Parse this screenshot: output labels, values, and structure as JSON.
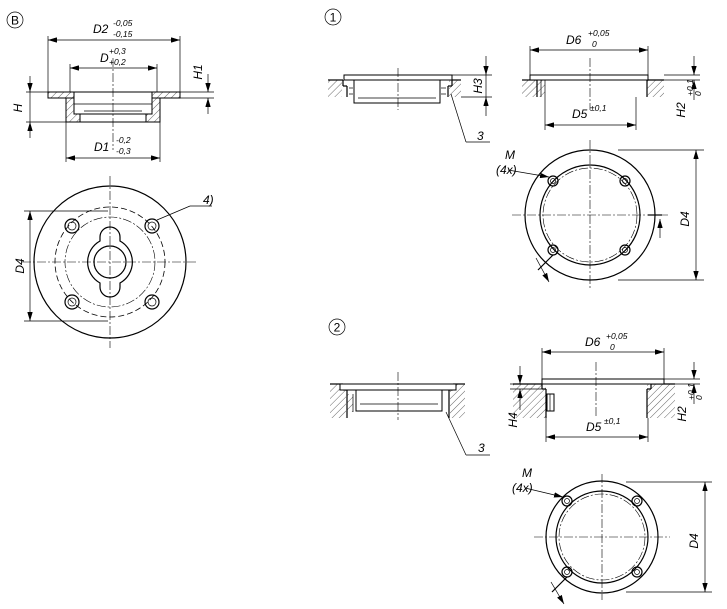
{
  "views": {
    "B": {
      "badge": "B",
      "d2": {
        "base": "D2",
        "upper": "-0,05",
        "lower": "-0,15"
      },
      "d": {
        "base": "D",
        "upper": "+0,3",
        "lower": "+0,2"
      },
      "d1": {
        "base": "D1",
        "upper": "-0,2",
        "lower": "-0,3"
      },
      "h": "H",
      "h1": "H1",
      "d4": "D4",
      "note": "4)"
    },
    "one": {
      "badge": "1",
      "d6": {
        "base": "D6",
        "upper": "+0,05",
        "lower": "0"
      },
      "d5": {
        "base": "D5",
        "tol": "±0,1"
      },
      "h3": "H3",
      "h2": {
        "base": "H2",
        "upper": "+0,1",
        "lower": "0"
      },
      "ref3": "3",
      "m": "M",
      "mcount": "(4x)",
      "d4": "D4"
    },
    "two": {
      "badge": "2",
      "d6": {
        "base": "D6",
        "upper": "+0,05",
        "lower": "0"
      },
      "d5": {
        "base": "D5",
        "tol": "±0,1"
      },
      "h4": "H4",
      "h2": {
        "base": "H2",
        "upper": "+0,1",
        "lower": "0"
      },
      "ref3": "3",
      "m": "M",
      "mcount": "(4x)",
      "d4": "D4"
    }
  }
}
